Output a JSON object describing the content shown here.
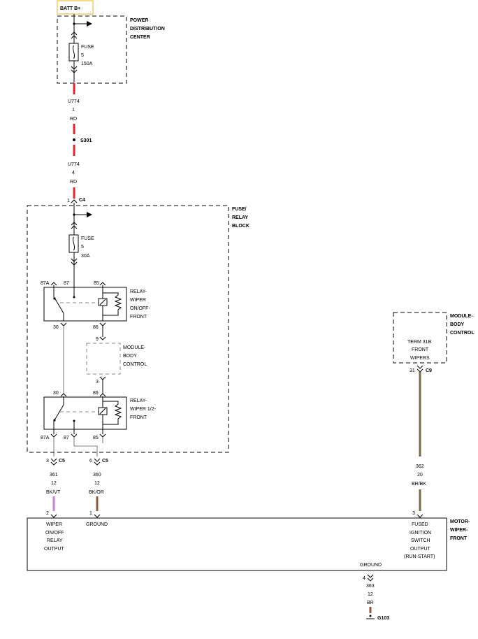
{
  "colors": {
    "wire_rd": "#e8262d",
    "wire_vt": "#c77fd3",
    "wire_or": "#8a5a3c",
    "wire_brbk": "#7a6a4a",
    "wire_br": "#8b5a3c",
    "batt_border": "#f0c040"
  },
  "batt": {
    "label": "BATT B+"
  },
  "pdc": {
    "name": [
      "POWER",
      "DISTRIBUTION",
      "CENTER"
    ],
    "fuse": [
      "FUSE",
      "5",
      "150A"
    ]
  },
  "wire_u774_top": {
    "circuit": "U774",
    "pin": "1",
    "color": "RD"
  },
  "splice": {
    "label": "S301"
  },
  "wire_u774_bot": {
    "circuit": "U774",
    "pin": "4",
    "color": "RD"
  },
  "c4": {
    "pin": "1",
    "label": "C4"
  },
  "frb": {
    "name": [
      "FUSE/",
      "RELAY",
      "BLOCK"
    ],
    "fuse": [
      "FUSE",
      "5",
      "30A"
    ]
  },
  "relay1": {
    "label": [
      "RELAY-",
      "WIPER",
      "ON/OFF-",
      "FRONT"
    ],
    "pins": {
      "p87a": "87A",
      "p87": "87",
      "p85": "85",
      "p30": "30",
      "p86": "86"
    }
  },
  "mbc_inner": {
    "label": [
      "MODULE-",
      "BODY",
      "CONTROL"
    ],
    "pin_top": "9",
    "pin_bot": "3"
  },
  "relay2": {
    "label": [
      "RELAY-",
      "WIPER 1/2-",
      "FRONT"
    ],
    "pins": {
      "p30": "30",
      "p86": "86",
      "p87a": "87A",
      "p87": "87",
      "p85": "85"
    }
  },
  "c5_left": {
    "pin": "3",
    "label": "C5"
  },
  "c5_mid": {
    "pin": "6",
    "label": "C5"
  },
  "wire_361": {
    "circuit": "361",
    "gauge": "12",
    "color": "BK/VT"
  },
  "wire_360": {
    "circuit": "360",
    "gauge": "12",
    "color": "BK/OR"
  },
  "mbc": {
    "name": [
      "MODULE-",
      "BODY",
      "CONTROL"
    ],
    "term": [
      "TERM 31B",
      "FRONT",
      "WIPERS"
    ],
    "pin": "31",
    "conn": "C9"
  },
  "wire_362": {
    "circuit": "362",
    "gauge": "20",
    "color": "BR/BK"
  },
  "motor": {
    "name": [
      "MOTOR-",
      "WIPER-",
      "FRONT"
    ],
    "pin2": "2",
    "pin2_label": [
      "WIPER",
      "ON/OFF",
      "RELAY",
      "OUTPUT"
    ],
    "pin1": "1",
    "pin1_label": "GROUND",
    "pin3": "3",
    "pin3_label": [
      "FUSED",
      "IGNITION",
      "SWITCH",
      "OUTPUT",
      "(RUN-START)"
    ],
    "ground_label": "GROUND"
  },
  "wire_363": {
    "pin": "4",
    "circuit": "363",
    "gauge": "12",
    "color": "BR"
  },
  "g103": {
    "label": "G103"
  }
}
